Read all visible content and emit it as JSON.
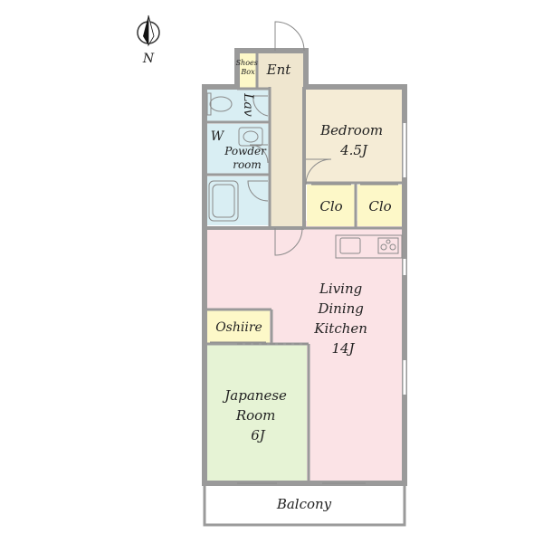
{
  "compass": {
    "label": "N"
  },
  "rooms": {
    "entrance": {
      "label": "Ent"
    },
    "shoe_box": {
      "line1": "Shoes",
      "line2": "Box"
    },
    "lavatory": {
      "label": "Lav"
    },
    "washer": {
      "label": "W"
    },
    "powder_room": {
      "line1": "Powder",
      "line2": "room"
    },
    "bedroom": {
      "line1": "Bedroom",
      "line2": "4.5J"
    },
    "closet_left": {
      "label": "Clo"
    },
    "closet_right": {
      "label": "Clo"
    },
    "ldk": {
      "line1": "Living",
      "line2": "Dining",
      "line3": "Kitchen",
      "line4": "14J"
    },
    "oshiire": {
      "label": "Oshiire"
    },
    "japanese_room": {
      "line1": "Japanese",
      "line2": "Room",
      "line3": "6J"
    },
    "balcony": {
      "label": "Balcony"
    }
  },
  "colors": {
    "ldk": "#fbe3e6",
    "bedroom": "#f5ecd6",
    "hall": "#efe6cf",
    "closet": "#fdf8c8",
    "wet": "#d9eef3",
    "japanese": "#e6f3d5",
    "wall": "#9a9a9a"
  }
}
